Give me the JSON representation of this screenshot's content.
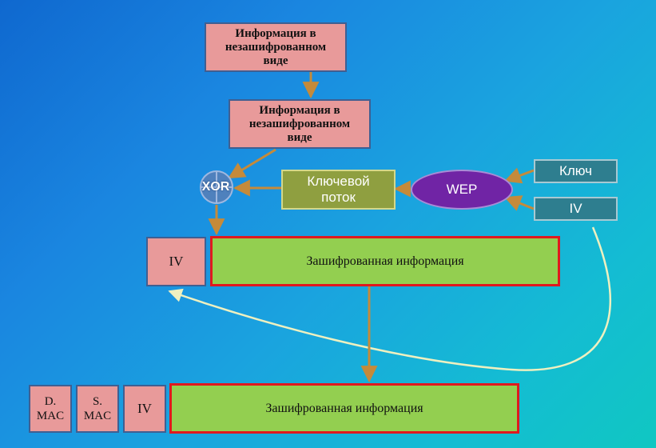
{
  "diagram": {
    "plain_top": "Информация в\nнезашифрованном\nвиде",
    "plain_mid": "Информация в\nнезашифрованном\nвиде",
    "keystream": "Ключевой\nпоток",
    "wep": "WEP",
    "key": "Ключ",
    "iv_input": "IV",
    "xor": "XOR",
    "iv_middle": "IV",
    "encrypted_middle": "Зашифрованная информация",
    "frame": {
      "d_mac": "D.\nMAC",
      "s_mac": "S.\nMAC",
      "iv": "IV",
      "encrypted": "Зашифрованная информация"
    }
  },
  "colors": {
    "background_start": "#0f68cf",
    "background_end": "#10c7c2",
    "plain_fill": "#e89a9a",
    "encrypted_fill": "#93cf50",
    "encrypted_border": "#e0191e",
    "keystream_fill": "#8f9f40",
    "wep_fill": "#7024a5",
    "key_fill": "#2e7e8f",
    "arrow": "#c58a3a",
    "curve": "#eef0c0"
  }
}
